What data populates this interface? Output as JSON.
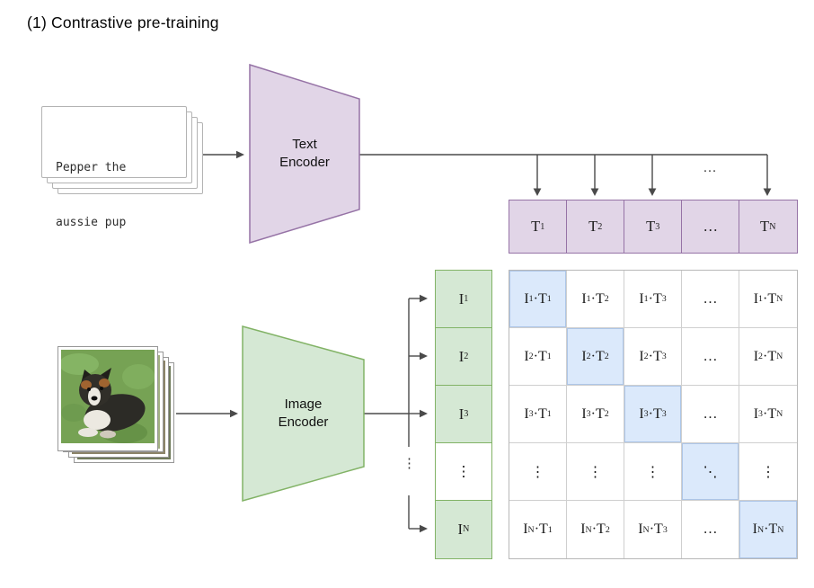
{
  "title": "(1) Contrastive pre-training",
  "text_input": {
    "lines": [
      "Pepper the",
      "aussie pup"
    ]
  },
  "text_encoder": {
    "lines": [
      "Text",
      "Encoder"
    ]
  },
  "image_encoder": {
    "lines": [
      "Image",
      "Encoder"
    ]
  },
  "text_embeddings": [
    "T<sub>1</sub>",
    "T<sub>2</sub>",
    "T<sub>3</sub>",
    "…",
    "T<sub>N</sub>"
  ],
  "image_embeddings": [
    "I<sub>1</sub>",
    "I<sub>2</sub>",
    "I<sub>3</sub>",
    "⋮",
    "I<sub>N</sub>"
  ],
  "decorations": {
    "t_row_ellipsis": "…",
    "image_fan_dots": "⋮"
  },
  "matrix": {
    "rows": [
      [
        "I<sub>1</sub>·T<sub>1</sub>",
        "I<sub>1</sub>·T<sub>2</sub>",
        "I<sub>1</sub>·T<sub>3</sub>",
        "…",
        "I<sub>1</sub>·T<sub>N</sub>"
      ],
      [
        "I<sub>2</sub>·T<sub>1</sub>",
        "I<sub>2</sub>·T<sub>2</sub>",
        "I<sub>2</sub>·T<sub>3</sub>",
        "…",
        "I<sub>2</sub>·T<sub>N</sub>"
      ],
      [
        "I<sub>3</sub>·T<sub>1</sub>",
        "I<sub>3</sub>·T<sub>2</sub>",
        "I<sub>3</sub>·T<sub>3</sub>",
        "…",
        "I<sub>3</sub>·T<sub>N</sub>"
      ],
      [
        "⋮",
        "⋮",
        "⋮",
        "⋱",
        "⋮"
      ],
      [
        "I<sub>N</sub>·T<sub>1</sub>",
        "I<sub>N</sub>·T<sub>2</sub>",
        "I<sub>N</sub>·T<sub>3</sub>",
        "…",
        "I<sub>N</sub>·T<sub>N</sub>"
      ]
    ]
  },
  "colors": {
    "text_fill": "#e1d5e7",
    "text_stroke": "#9673a6",
    "image_fill": "#d5e8d4",
    "image_stroke": "#82b366",
    "diagonal_fill": "#dbe9fb",
    "grid_stroke": "#cfcfcf",
    "arrow": "#4a4a4a"
  }
}
